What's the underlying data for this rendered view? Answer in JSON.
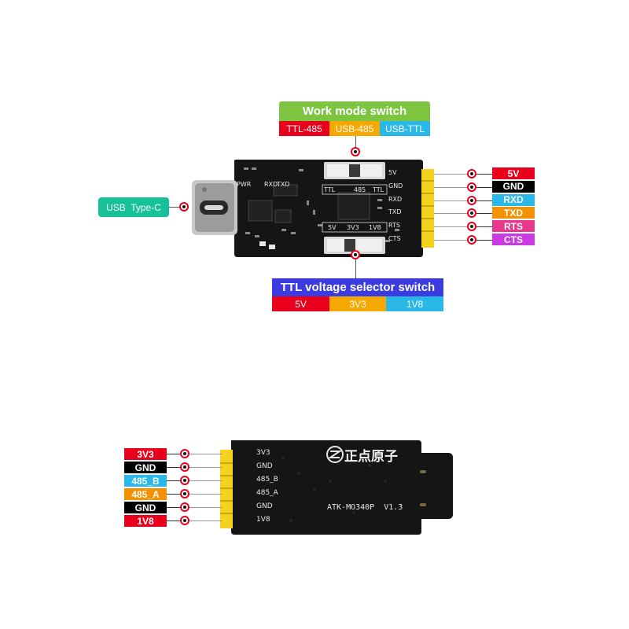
{
  "work_mode": {
    "title": "Work mode switch",
    "options": [
      "TTL-485",
      "USB-485",
      "USB-TTL"
    ],
    "colors": [
      "#e8001c",
      "#f5a800",
      "#29b8e8"
    ],
    "title_color": "#7dc540"
  },
  "ttl_voltage": {
    "title": "TTL voltage selector switch",
    "options": [
      "5V",
      "3V3",
      "1V8"
    ],
    "colors": [
      "#e8001c",
      "#f5a800",
      "#29b8e8"
    ],
    "title_color": "#3b3be0"
  },
  "usb_label": "USB  Type-C",
  "front_pins": [
    {
      "label": "5V",
      "color": "#e8001c"
    },
    {
      "label": "GND",
      "color": "#000000"
    },
    {
      "label": "RXD",
      "color": "#29b8e8"
    },
    {
      "label": "TXD",
      "color": "#f39200"
    },
    {
      "label": "RTS",
      "color": "#e8388a"
    },
    {
      "label": "CTS",
      "color": "#c93ae0"
    }
  ],
  "back_pins": [
    {
      "label": "3V3",
      "color": "#e8001c"
    },
    {
      "label": "GND",
      "color": "#000000"
    },
    {
      "label": "485_B",
      "color": "#29b8e8"
    },
    {
      "label": "485_A",
      "color": "#f39200"
    },
    {
      "label": "GND",
      "color": "#000000"
    },
    {
      "label": "1V8",
      "color": "#e8001c"
    }
  ],
  "front_silk": {
    "pins": [
      "5V",
      "GND",
      "RXD",
      "TXD",
      "RTS",
      "CTS"
    ],
    "mode_labels": [
      "TTL",
      "485",
      "TTL"
    ],
    "volt_labels": [
      "5V",
      "3V3",
      "1V8"
    ],
    "leds": [
      "PWR",
      "RXD",
      "TXD"
    ]
  },
  "back_silk": {
    "pins": [
      "3V3",
      "GND",
      "485_B",
      "485_A",
      "GND",
      "1V8"
    ],
    "brand": "正点原子",
    "model": "ATK-MO340P  V1.3"
  }
}
